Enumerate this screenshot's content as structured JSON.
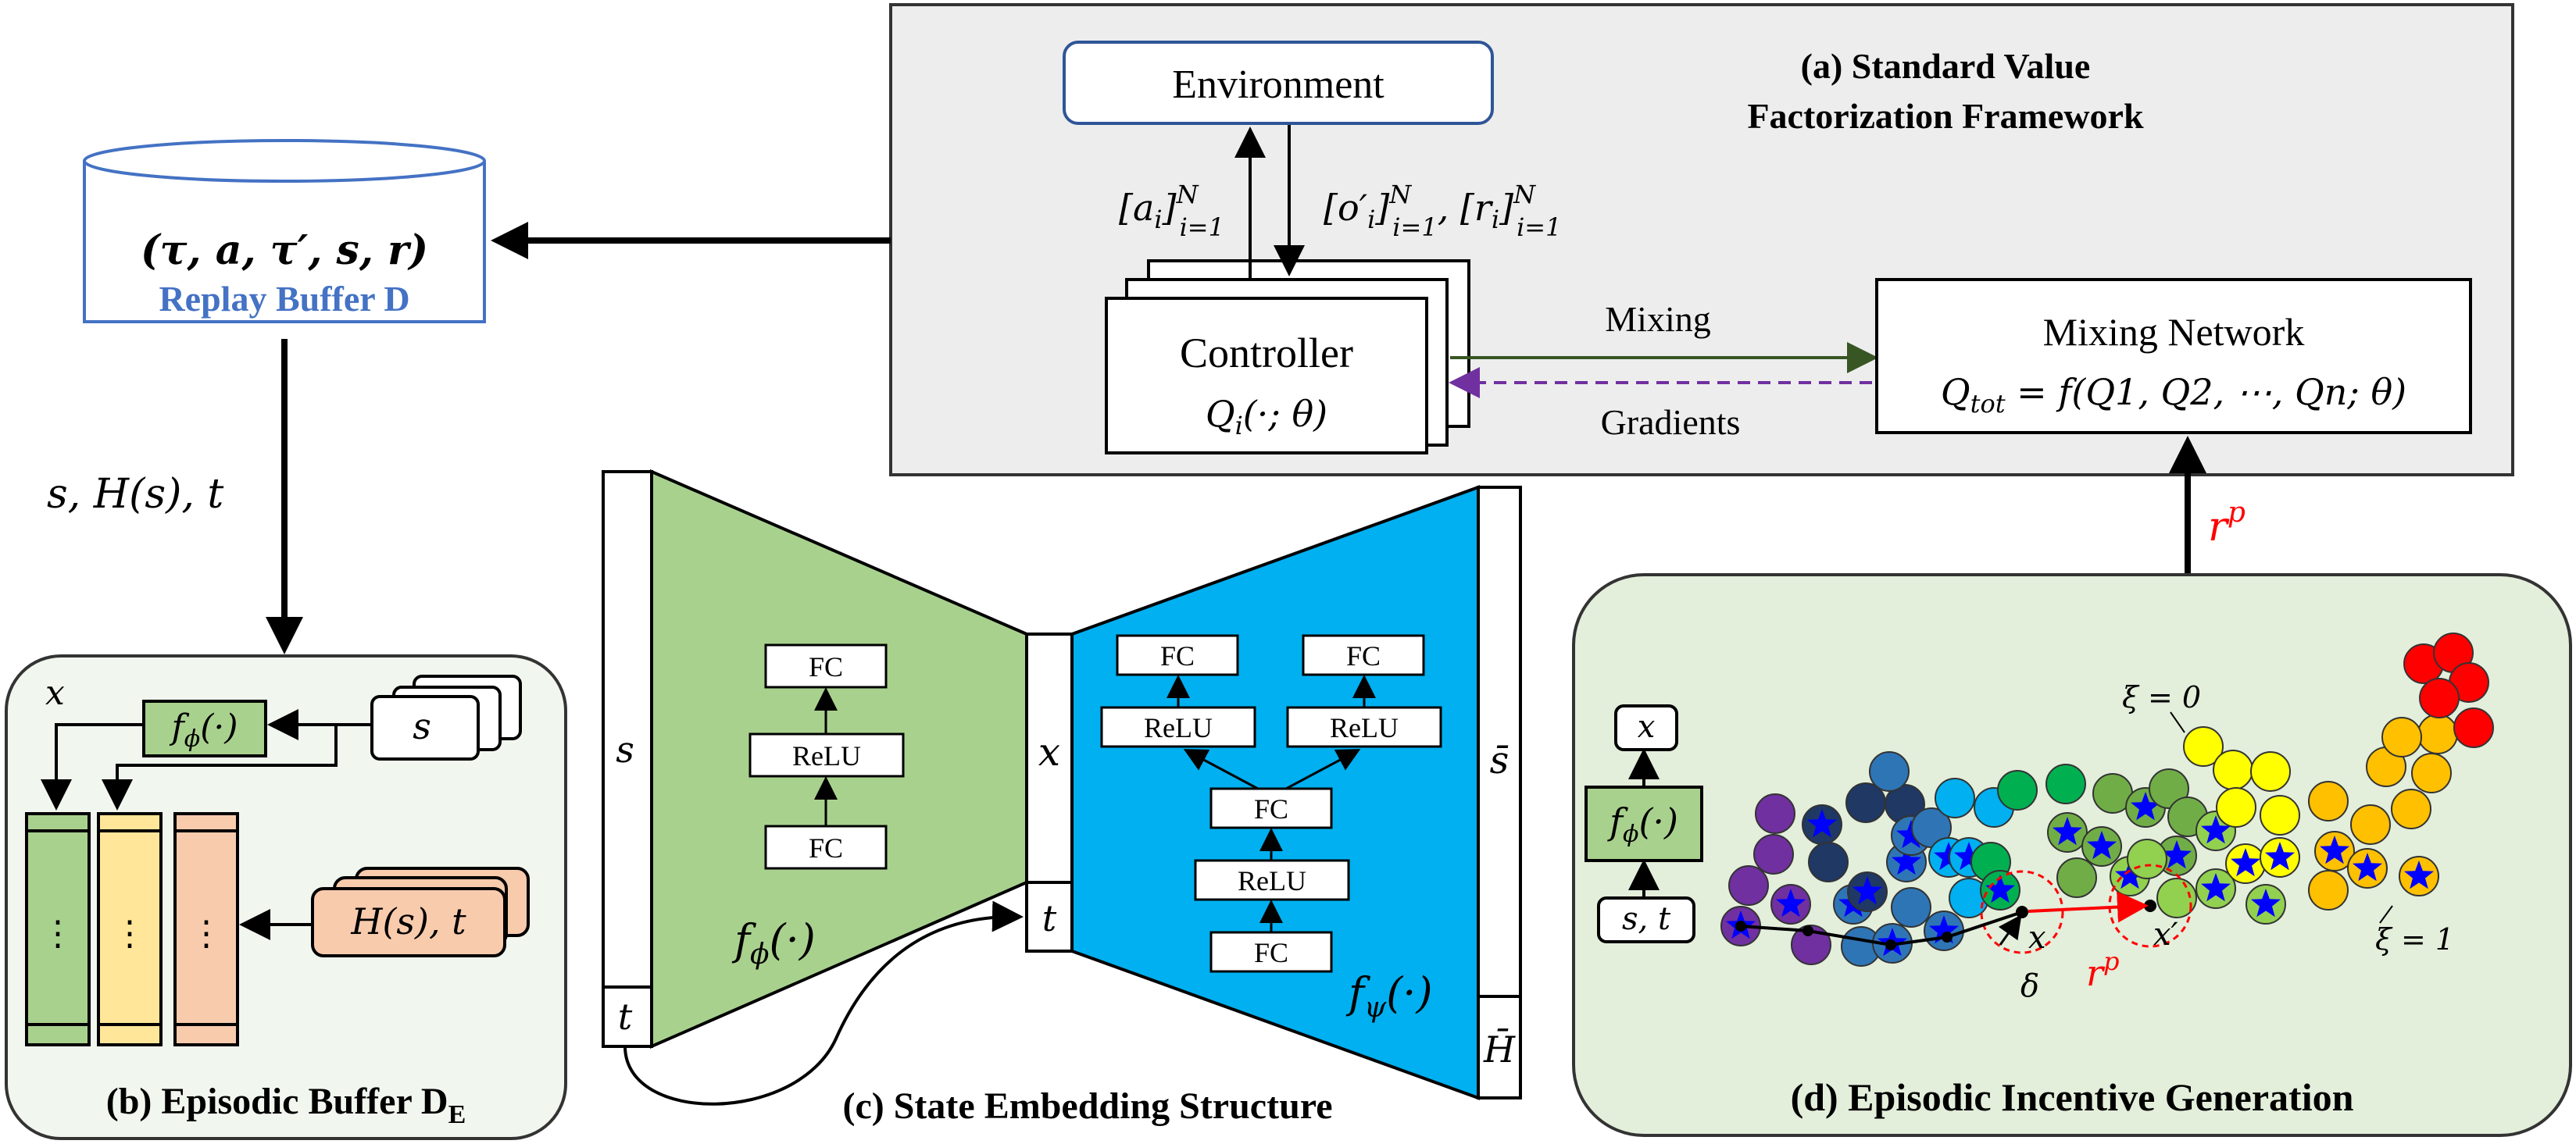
{
  "panel_a": {
    "title_line1": "(a) Standard Value",
    "title_line2": "Factorization Framework",
    "environment": "Environment",
    "action_label": "[a",
    "action_sub": "i",
    "action_range": "]",
    "action_sup": "N",
    "action_sub2": "i=1",
    "obs_label": "[o′",
    "obs_sub": "i",
    "obs_sup": "N",
    "obs_sub2": "i=1",
    "reward_label": ", [r",
    "reward_sub": "i",
    "reward_sup": "N",
    "reward_sub2": "i=1",
    "controller": "Controller",
    "controller_q": "Q",
    "controller_q_sub": "i",
    "controller_q_args": "(·; θ)",
    "mixing_arrow_label": "Mixing",
    "gradients_label": "Gradients",
    "mixing_network": "Mixing Network",
    "qtot_lhs": "Q",
    "qtot_sub": "tot",
    "qtot_rhs": " = f(Q",
    "qtot_rest": "1, Q2, ⋯, Qn; θ)"
  },
  "replay_buffer": {
    "tuple": "(τ, a, τ′, s, r)",
    "label": "Replay Buffer D"
  },
  "flow": {
    "replay_to_episodic": "s, H(s), t",
    "incentive": "r",
    "incentive_sup": "p"
  },
  "panel_b": {
    "title": "(b) Episodic Buffer D",
    "title_sub": "E",
    "x_label": "x",
    "f_phi": "f",
    "f_phi_sub": "ϕ",
    "f_phi_args": "(·)",
    "s_label": "s",
    "hs_t": "H(s), t",
    "dots": "⋮"
  },
  "panel_c": {
    "title": "(c) State Embedding Structure",
    "s_label": "s",
    "t_label": "t",
    "x_label": "x",
    "t_mid": "t",
    "s_bar": "s̄",
    "h_bar": "H̄",
    "f_phi": "f",
    "f_phi_sub": "ϕ",
    "f_phi_args": "(·)",
    "f_psi": "f",
    "f_psi_sub": "ψ",
    "f_psi_args": "(·)",
    "fc": "FC",
    "relu": "ReLU"
  },
  "panel_d": {
    "title": "(d) Episodic Incentive Generation",
    "x_label": "x",
    "f_phi": "f",
    "f_phi_sub": "ϕ",
    "f_phi_args": "(·)",
    "st_label": "s, t",
    "xi0": "ξ = 0",
    "xi1": "ξ = 1",
    "point_x": "x",
    "point_xp": "x′",
    "delta": "δ",
    "rp": "r",
    "rp_sup": "p"
  },
  "colors": {
    "panel_gray": "#ededed",
    "panel_green": "#f1f6ee",
    "panel_d_green": "#e3eedb",
    "env_border": "#2f5597",
    "replay_label": "#4472c4",
    "encoder_green": "#a9d18e",
    "decoder_blue": "#00b0f0",
    "mixing_arrow": "#375623",
    "gradient_arrow": "#7030a0",
    "incentive_red": "#ff0000",
    "buffer_green": "#a9d18e",
    "buffer_yellow": "#ffe699",
    "buffer_orange": "#f8cbad",
    "star_blue": "#0000ff"
  }
}
